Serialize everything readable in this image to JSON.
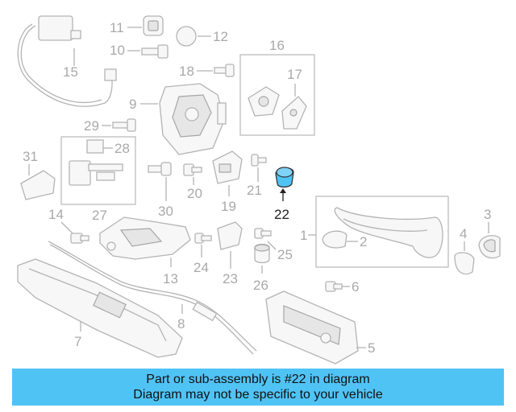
{
  "callouts": {
    "c1": "1",
    "c2": "2",
    "c3": "3",
    "c4": "4",
    "c5": "5",
    "c6": "6",
    "c7": "7",
    "c8": "8",
    "c9": "9",
    "c10": "10",
    "c11": "11",
    "c12": "12",
    "c13": "13",
    "c14": "14",
    "c15": "15",
    "c16": "16",
    "c17": "17",
    "c18": "18",
    "c19": "19",
    "c20": "20",
    "c21": "21",
    "c22": "22",
    "c23": "23",
    "c24": "24",
    "c25": "25",
    "c26": "26",
    "c27": "27",
    "c28": "28",
    "c29": "29",
    "c30": "30",
    "c31": "31"
  },
  "highlight": {
    "part": "22",
    "color": "#50c3f5"
  },
  "banner": {
    "line1": "Part or sub-assembly is #22 in diagram",
    "line2": "Diagram may not be specific to your vehicle",
    "color": "#50c3f5"
  }
}
